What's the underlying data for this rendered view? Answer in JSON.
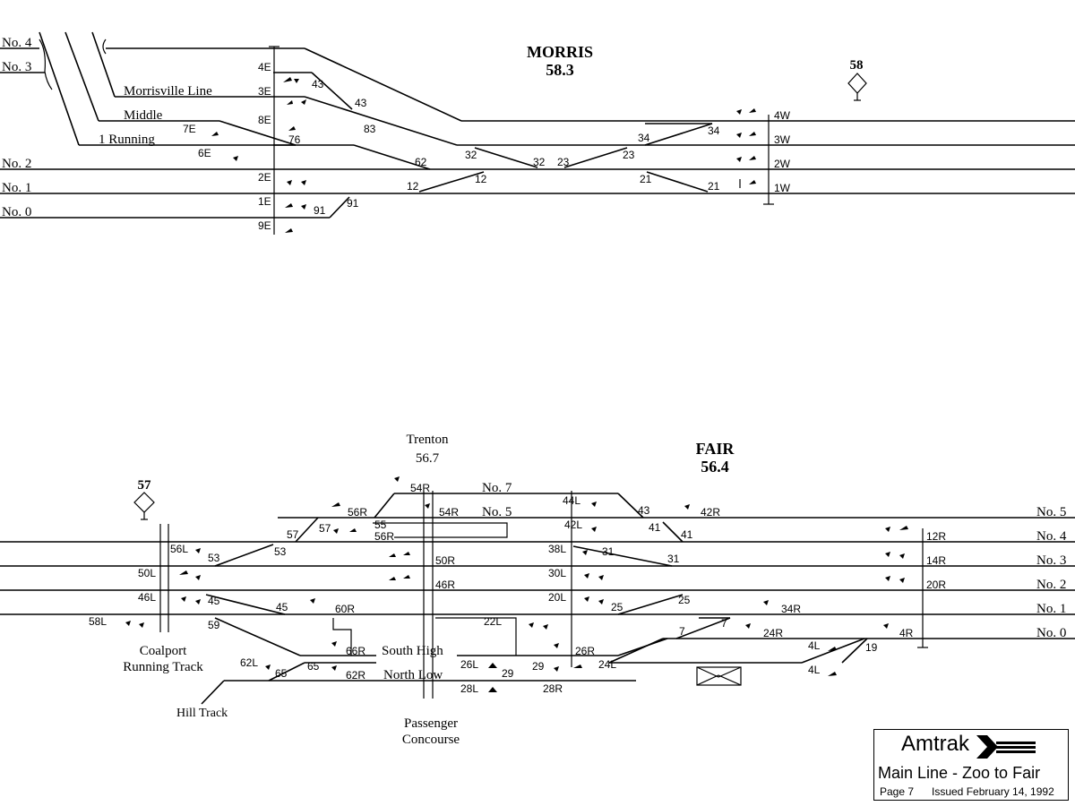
{
  "top_section": {
    "station_name": "MORRIS",
    "station_mile": "58.3",
    "milepost_label": "58",
    "track_labels": [
      "No. 4",
      "No. 3",
      "No. 2",
      "No. 1",
      "No. 0"
    ],
    "branch_labels": [
      "Morrisville Line",
      "Middle",
      "1 Running"
    ],
    "signal_labels": [
      "4E",
      "3E",
      "8E",
      "7E",
      "6E",
      "2E",
      "1E",
      "9E",
      "4W",
      "3W",
      "2W",
      "1W"
    ],
    "switch_labels": [
      "43",
      "43",
      "83",
      "76",
      "62",
      "12",
      "12",
      "32",
      "32",
      "23",
      "23",
      "34",
      "34",
      "21",
      "21",
      "91",
      "91"
    ]
  },
  "bottom_section": {
    "station_name": "FAIR",
    "station_mile": "56.4",
    "trenton_name": "Trenton",
    "trenton_mile": "56.7",
    "milepost_label": "57",
    "track_labels": [
      "No. 7",
      "No. 5",
      "No. 5",
      "No. 4",
      "No. 3",
      "No. 2",
      "No. 1",
      "No. 0"
    ],
    "other_labels": [
      "Coalport",
      "Running Track",
      "South High",
      "North Low",
      "Hill Track",
      "Passenger",
      "Concourse"
    ],
    "signal_labels": [
      "54R",
      "54R",
      "56R",
      "56R",
      "56L",
      "50L",
      "46L",
      "58L",
      "50R",
      "46R",
      "60R",
      "66R",
      "62R",
      "62L",
      "44L",
      "42L",
      "38L",
      "30L",
      "20L",
      "22L",
      "26R",
      "24L",
      "26L",
      "28L",
      "28R",
      "42R",
      "34R",
      "24R",
      "4R",
      "12R",
      "14R",
      "20R",
      "4L",
      "4L"
    ],
    "switch_labels": [
      "57",
      "57",
      "55",
      "53",
      "53",
      "45",
      "45",
      "59",
      "65",
      "65",
      "43",
      "41",
      "41",
      "31",
      "31",
      "25",
      "25",
      "29",
      "29",
      "7",
      "7",
      "19"
    ]
  },
  "legend": {
    "brand": "Amtrak",
    "subtitle": "Main Line - Zoo to Fair",
    "page": "Page 7",
    "issued": "Issued February 14, 1992"
  }
}
